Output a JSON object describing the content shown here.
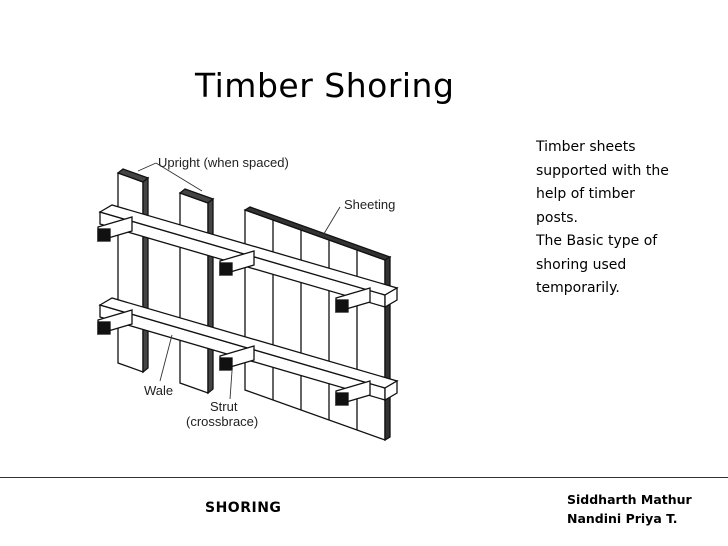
{
  "slide": {
    "title": "Timber Shoring",
    "description_lines": [
      "Timber sheets",
      "supported with the",
      "help of timber",
      "posts.",
      "The Basic type of",
      "shoring used",
      "temporarily."
    ],
    "footer_left": "SHORING",
    "authors": [
      "Siddharth Mathur",
      "Nandini Priya T."
    ]
  },
  "diagram": {
    "labels": {
      "upright": "Upright  (when  spaced)",
      "sheeting": "Sheeting",
      "wale": "Wale",
      "strut": "Strut",
      "strut_sub": "(crossbrace)"
    }
  }
}
